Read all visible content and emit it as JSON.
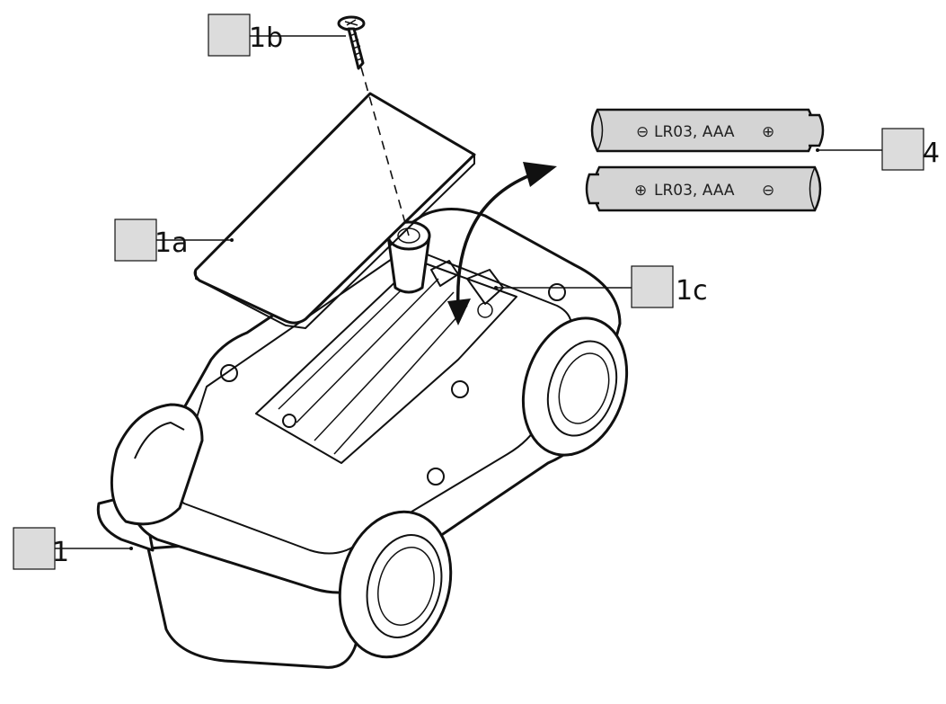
{
  "callouts": [
    {
      "id": "1",
      "label": "1"
    },
    {
      "id": "1a",
      "label": "1a"
    },
    {
      "id": "1b",
      "label": "1b"
    },
    {
      "id": "1c",
      "label": "1c"
    },
    {
      "id": "4",
      "label": "4"
    }
  ],
  "batteries": [
    {
      "label": "LR03, AAA",
      "left_symbol": "⊖",
      "right_symbol": "⊕"
    },
    {
      "label": "LR03, AAA",
      "left_symbol": "⊕",
      "right_symbol": "⊖"
    }
  ],
  "colors": {
    "outline": "#111111",
    "callout_box": "#dcdcdc",
    "battery_fill": "#d4d4d4"
  }
}
